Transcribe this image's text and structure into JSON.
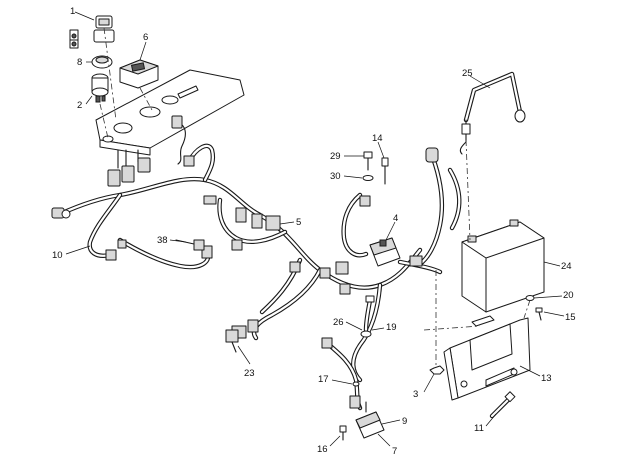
{
  "callouts": [
    {
      "id": "c1",
      "label": "1"
    },
    {
      "id": "c2",
      "label": "2"
    },
    {
      "id": "c3",
      "label": "3"
    },
    {
      "id": "c4",
      "label": "4"
    },
    {
      "id": "c5",
      "label": "5"
    },
    {
      "id": "c6",
      "label": "6"
    },
    {
      "id": "c7",
      "label": "7"
    },
    {
      "id": "c8",
      "label": "8"
    },
    {
      "id": "c9",
      "label": "9"
    },
    {
      "id": "c10",
      "label": "10"
    },
    {
      "id": "c11",
      "label": "11"
    },
    {
      "id": "c13",
      "label": "13"
    },
    {
      "id": "c14",
      "label": "14"
    },
    {
      "id": "c15",
      "label": "15"
    },
    {
      "id": "c16",
      "label": "16"
    },
    {
      "id": "c17",
      "label": "17"
    },
    {
      "id": "c19",
      "label": "19"
    },
    {
      "id": "c20",
      "label": "20"
    },
    {
      "id": "c23",
      "label": "23"
    },
    {
      "id": "c24",
      "label": "24"
    },
    {
      "id": "c25",
      "label": "25"
    },
    {
      "id": "c26",
      "label": "26"
    },
    {
      "id": "c29",
      "label": "29"
    },
    {
      "id": "c30",
      "label": "30"
    },
    {
      "id": "c38",
      "label": "38"
    }
  ]
}
